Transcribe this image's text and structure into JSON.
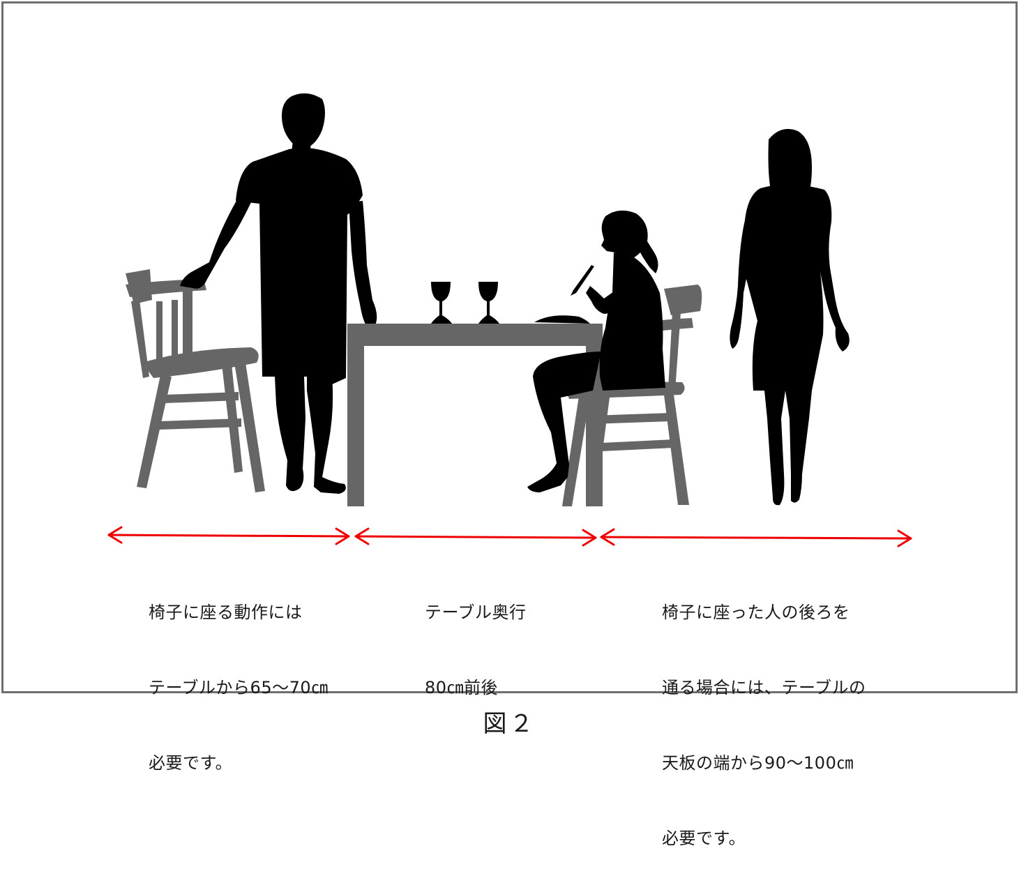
{
  "captions": {
    "left": {
      "line1": "椅子に座る動作には",
      "line2": "テーブルから65～70㎝",
      "line3": "必要です。"
    },
    "middle": {
      "line1": "テーブル奥行",
      "line2": "80㎝前後"
    },
    "right": {
      "line1": "椅子に座った人の後ろを",
      "line2": "通る場合には、テーブルの",
      "line3": "天板の端から90～100㎝",
      "line4": "必要です。"
    }
  },
  "figure_label": "図２",
  "colors": {
    "silhouette": "#000000",
    "furniture": "#666666",
    "arrow": "#ee0000",
    "frame": "#6e6e6e"
  }
}
